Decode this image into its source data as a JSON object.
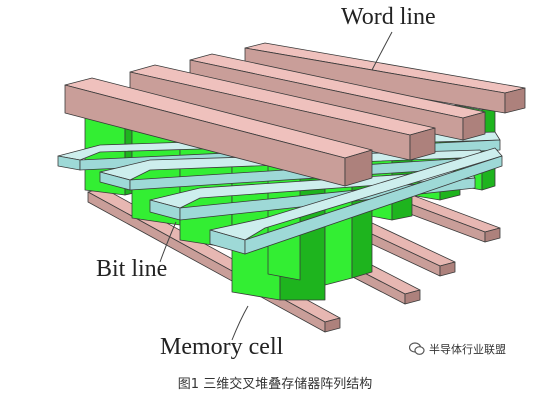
{
  "labels": {
    "word_line": "Word line",
    "bit_line": "Bit line",
    "memory_cell": "Memory cell"
  },
  "caption": "图1 三维交叉堆叠存储器阵列结构",
  "watermark": {
    "text": "半导体行业联盟",
    "icon": "wechat-logo-icon"
  },
  "colors": {
    "word_line_top": "#efc1bd",
    "word_line_front": "#c99e99",
    "word_line_side": "#ad817c",
    "memory_cell_light": "#33ee33",
    "memory_cell_dark": "#1eb41e",
    "bit_line_top": "#cdeeed",
    "bit_line_front": "#9ed9d7",
    "bottom_word_line": "#e7b7b2",
    "stroke": "#3a3a3a"
  }
}
